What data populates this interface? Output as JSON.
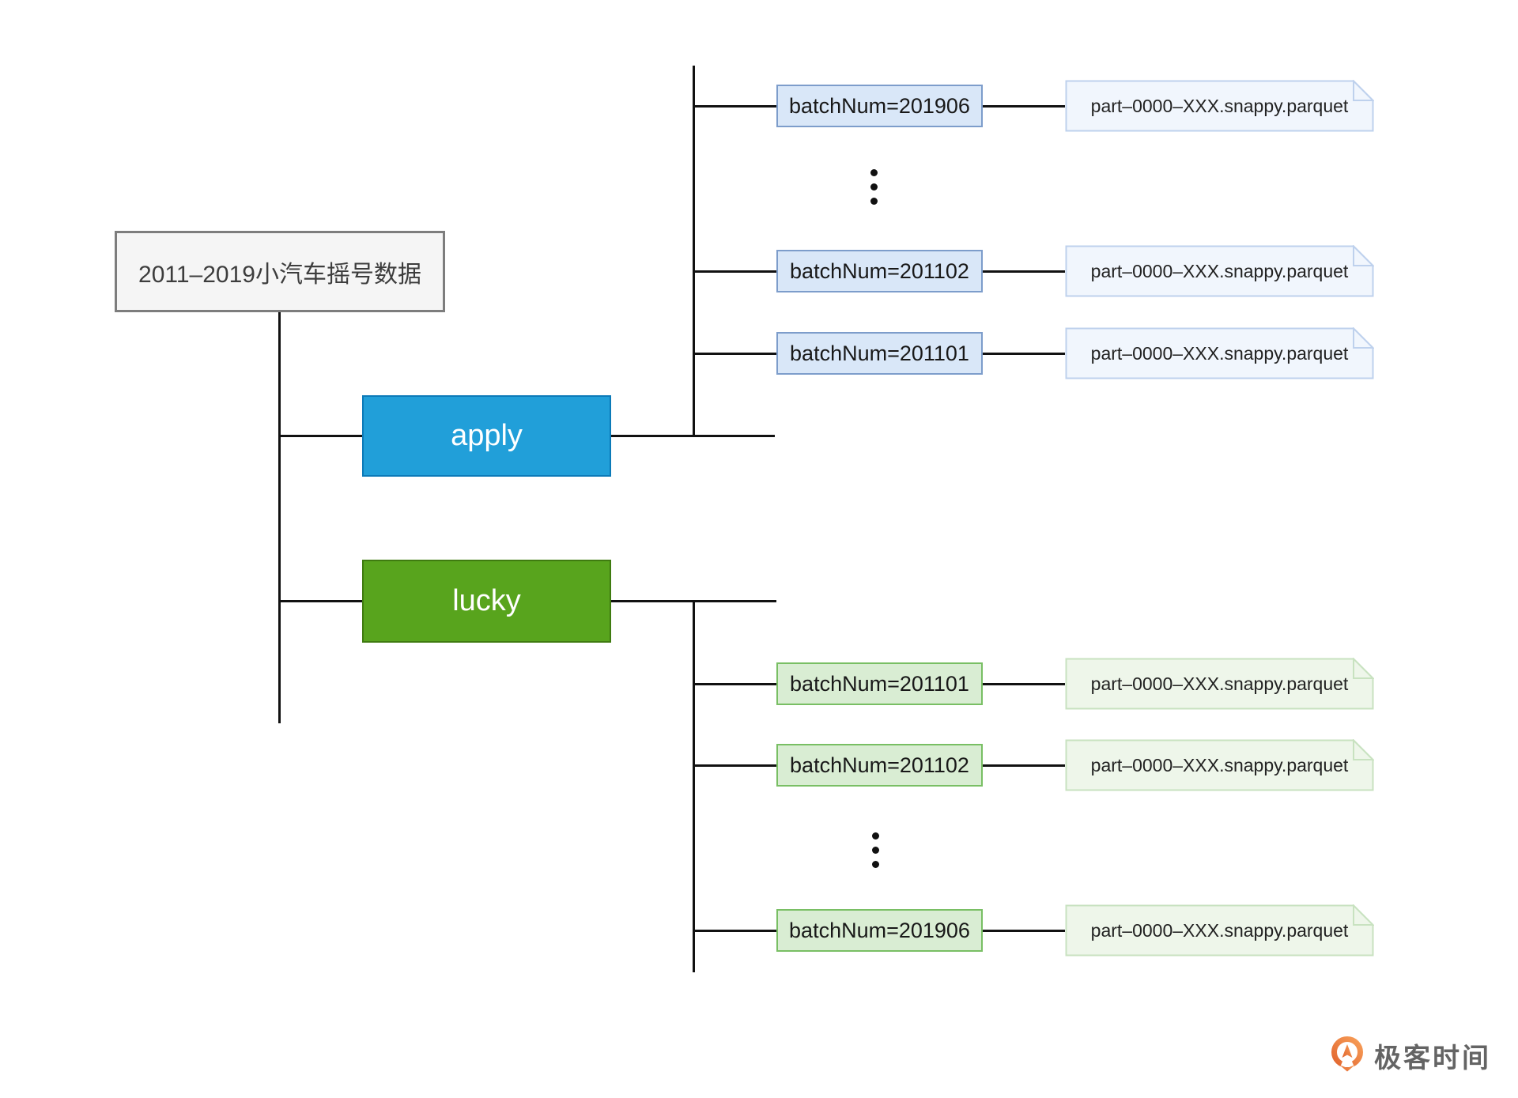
{
  "root": {
    "label": "2011–2019小汽车摇号数据"
  },
  "branches": [
    {
      "name": "apply",
      "label": "apply",
      "rows": [
        {
          "batch": "batchNum=201906",
          "file": "part–0000–XXX.snappy.parquet"
        },
        {
          "batch": "batchNum=201102",
          "file": "part–0000–XXX.snappy.parquet"
        },
        {
          "batch": "batchNum=201101",
          "file": "part–0000–XXX.snappy.parquet"
        }
      ],
      "omitted_rows_marker": "⋮"
    },
    {
      "name": "lucky",
      "label": "lucky",
      "rows": [
        {
          "batch": "batchNum=201101",
          "file": "part–0000–XXX.snappy.parquet"
        },
        {
          "batch": "batchNum=201102",
          "file": "part–0000–XXX.snappy.parquet"
        },
        {
          "batch": "batchNum=201906",
          "file": "part–0000–XXX.snappy.parquet"
        }
      ],
      "omitted_rows_marker": "⋮"
    }
  ],
  "footer": {
    "brand": "极客时间"
  },
  "icons": {
    "logo": "geektime-logo-icon",
    "ellipsis": "vertical-dots"
  },
  "colors": {
    "apply_fill": "#219fd9",
    "apply_border": "#0c7ab8",
    "lucky_fill": "#58a41d",
    "lucky_border": "#3f7b10",
    "batch_blue_fill": "#d9e7f8",
    "batch_blue_border": "#7d9dcb",
    "file_blue_fill": "#f1f6fd",
    "file_blue_border": "#bed1ed",
    "batch_green_fill": "#d9edd3",
    "batch_green_border": "#79bf64",
    "file_green_fill": "#eef6ea",
    "file_green_border": "#c8e2c0",
    "root_fill": "#f5f5f5",
    "root_border": "#7d7d7d",
    "line": "#111111",
    "brand_text": "#646464",
    "brand_orange1": "#e2662f",
    "brand_orange2": "#f79e58"
  }
}
